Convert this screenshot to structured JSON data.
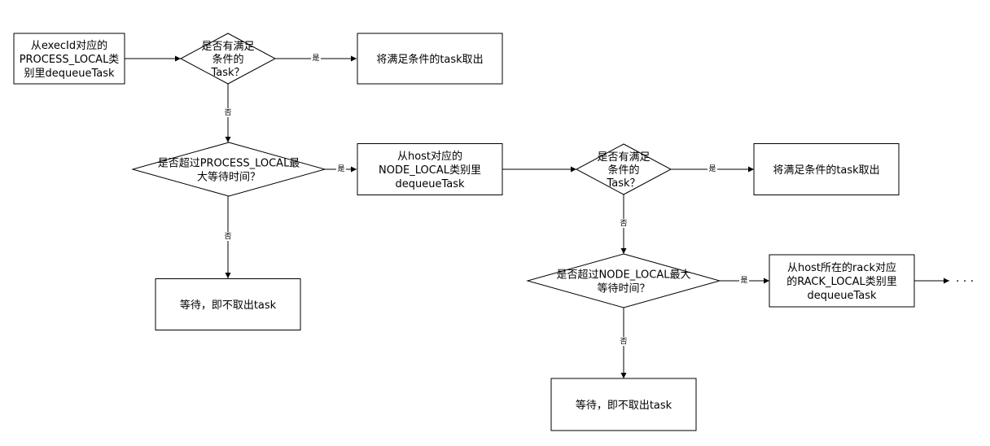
{
  "nodes": {
    "start": {
      "shape": "rect",
      "lines": [
        "从execId对应的",
        "PROCESS_LOCAL类",
        "别里dequeueTask"
      ]
    },
    "check1": {
      "shape": "diamond",
      "lines": [
        "是否有满足",
        "条件的",
        "Task？"
      ]
    },
    "take1": {
      "shape": "rect",
      "lines": [
        "将满足条件的task取出"
      ]
    },
    "timeout1": {
      "shape": "diamond",
      "lines": [
        "是否超过PROCESS_LOCAL最",
        "大等待时间？"
      ]
    },
    "wait1": {
      "shape": "rect",
      "lines": [
        "等待，即不取出task"
      ]
    },
    "node_local": {
      "shape": "rect",
      "lines": [
        "从host对应的",
        "NODE_LOCAL类别里",
        "dequeueTask"
      ]
    },
    "check2": {
      "shape": "diamond",
      "lines": [
        "是否有满足",
        "条件的",
        "Task？"
      ]
    },
    "take2": {
      "shape": "rect",
      "lines": [
        "将满足条件的task取出"
      ]
    },
    "timeout2": {
      "shape": "diamond",
      "lines": [
        "是否超过NODE_LOCAL最大",
        "等待时间？"
      ]
    },
    "wait2": {
      "shape": "rect",
      "lines": [
        "等待，即不取出task"
      ]
    },
    "rack_local": {
      "shape": "rect",
      "lines": [
        "从host所在的rack对应",
        "的RACK_LOCAL类别里",
        "dequeueTask"
      ]
    }
  },
  "edges": [
    {
      "from": "start",
      "to": "check1",
      "label": ""
    },
    {
      "from": "check1",
      "to": "take1",
      "label": "是"
    },
    {
      "from": "check1",
      "to": "timeout1",
      "label": "否"
    },
    {
      "from": "timeout1",
      "to": "node_local",
      "label": "是"
    },
    {
      "from": "timeout1",
      "to": "wait1",
      "label": "否"
    },
    {
      "from": "node_local",
      "to": "check2",
      "label": ""
    },
    {
      "from": "check2",
      "to": "take2",
      "label": "是"
    },
    {
      "from": "check2",
      "to": "timeout2",
      "label": "否"
    },
    {
      "from": "timeout2",
      "to": "rack_local",
      "label": "是"
    },
    {
      "from": "timeout2",
      "to": "wait2",
      "label": "否"
    },
    {
      "from": "rack_local",
      "to": "more",
      "label": ""
    }
  ],
  "continuation": "· · ·"
}
